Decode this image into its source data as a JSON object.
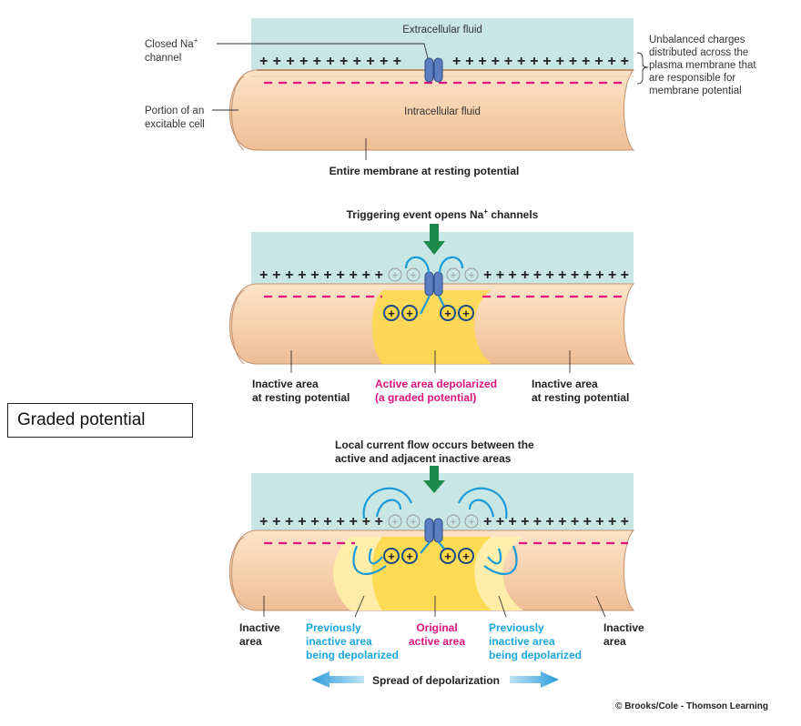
{
  "panel1": {
    "extracellular": "Extracellular fluid",
    "intracellular": "Intracellular fluid",
    "closed_channel_line1": "Closed Na",
    "closed_channel_sup": "+",
    "closed_channel_line2": "channel",
    "portion_line1": "Portion of an",
    "portion_line2": "excitable cell",
    "unbalanced": [
      "Unbalanced charges",
      "distributed across the",
      "plasma membrane that",
      "are responsible for",
      "membrane potential"
    ],
    "caption": "Entire membrane at resting potential"
  },
  "panel2": {
    "trigger_text": "Triggering event opens Na",
    "trigger_sup": "+",
    "trigger_tail": " channels",
    "inactive_left": [
      "Inactive area",
      "at resting potential"
    ],
    "active": [
      "Active area depolarized",
      "(a graded potential)"
    ],
    "inactive_right": [
      "Inactive area",
      "at resting potential"
    ]
  },
  "panel3": {
    "local_current": [
      "Local current flow occurs between the",
      "active and adjacent inactive areas"
    ],
    "inactive_left": [
      "Inactive",
      "area"
    ],
    "prev_left": [
      "Previously",
      "inactive area",
      "being depolarized"
    ],
    "original": [
      "Original",
      "active area"
    ],
    "prev_right": [
      "Previously",
      "inactive area",
      "being depolarized"
    ],
    "inactive_right": [
      "Inactive",
      "area"
    ],
    "spread": "Spread of depolarization"
  },
  "graded_label": "Graded potential",
  "copyright": "© Brooks/Cole - Thomson Learning",
  "colors": {
    "extracellular": "#c8e6e3",
    "cell_body": "#f7d7b6",
    "negative_charge": "#e0127f",
    "current_arrow": "#1a9ad8",
    "trigger_arrow": "#1d8a4a",
    "depolarized": "#ffd84a"
  },
  "icons": [
    "sodium-channel-icon",
    "trigger-arrow-icon",
    "spread-arrow-icon"
  ]
}
